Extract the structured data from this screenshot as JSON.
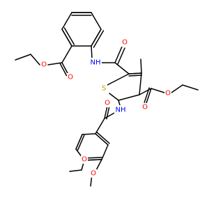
{
  "diagram": {
    "type": "skeletal-structure",
    "background": "#ffffff",
    "bond_color": "#000000",
    "colors": {
      "O": "#ff0000",
      "N": "#0000ff",
      "S": "#b8a700",
      "C": "#000000"
    },
    "labels": {
      "o_ester_top_single": "O",
      "o_ester_top_carbonyl": "O",
      "nh_top": "NH",
      "o_amide_top": "O",
      "methyl_label": "methyl",
      "o_ester_right_carbonyl": "O",
      "o_ester_right_single": "O",
      "s_ring": "S",
      "nh_mid": "NH",
      "o_amide_mid": "O",
      "o_methoxy_upper": "O",
      "o_methoxy_lower": "O"
    }
  }
}
